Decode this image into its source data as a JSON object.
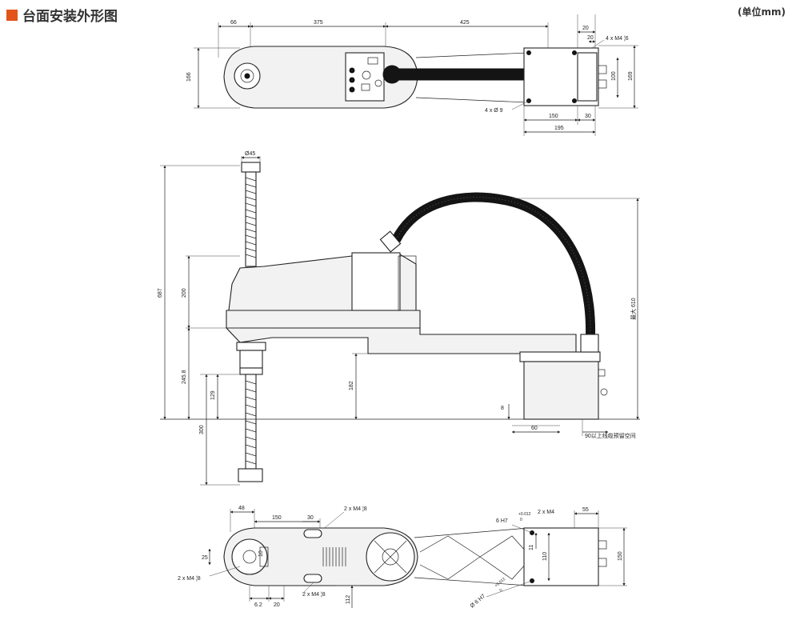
{
  "header": {
    "title": "台面安装外形图",
    "unit": "(单位mm)",
    "accent_color": "#e2541b"
  },
  "top_view": {
    "dims": {
      "d66": "66",
      "d375": "375",
      "d425": "425",
      "d20a": "20",
      "d20b": "20",
      "tap_top": "4 x  M4 ¦6",
      "d166": "166",
      "d100": "100",
      "d169": "169",
      "hole": "4 x  Ø 9",
      "d150": "150",
      "d30": "30",
      "d195": "195"
    }
  },
  "side_view": {
    "dims": {
      "phi45": "Ø45",
      "d687": "687",
      "d200": "200",
      "d245": "245.8",
      "d129": "129",
      "d300": "300",
      "d182": "182",
      "max610": "最大 610",
      "d8": "8",
      "d60": "60",
      "cable": "90以上线缆预留空间"
    }
  },
  "bottom_view": {
    "dims": {
      "d48": "48",
      "d150": "150",
      "d30": "30",
      "tap_a": "2 x  M4 ¦8",
      "d25": "25",
      "tap_b": "2 x  M4 ¦8",
      "d10": "10",
      "d62": "6.2",
      "d20": "20",
      "tap_c": "2 x  M4 ¦8",
      "d112": "112",
      "h7a": "6 H7",
      "tol_a": "+0.012",
      "tol_a0": "0",
      "tap_d": "2 x  M4",
      "d55": "55",
      "d11": "11",
      "d110": "110",
      "d150r": "150",
      "h7b": "Ø 6 H7",
      "tol_b": "+0.012",
      "tol_b0": "0"
    }
  }
}
